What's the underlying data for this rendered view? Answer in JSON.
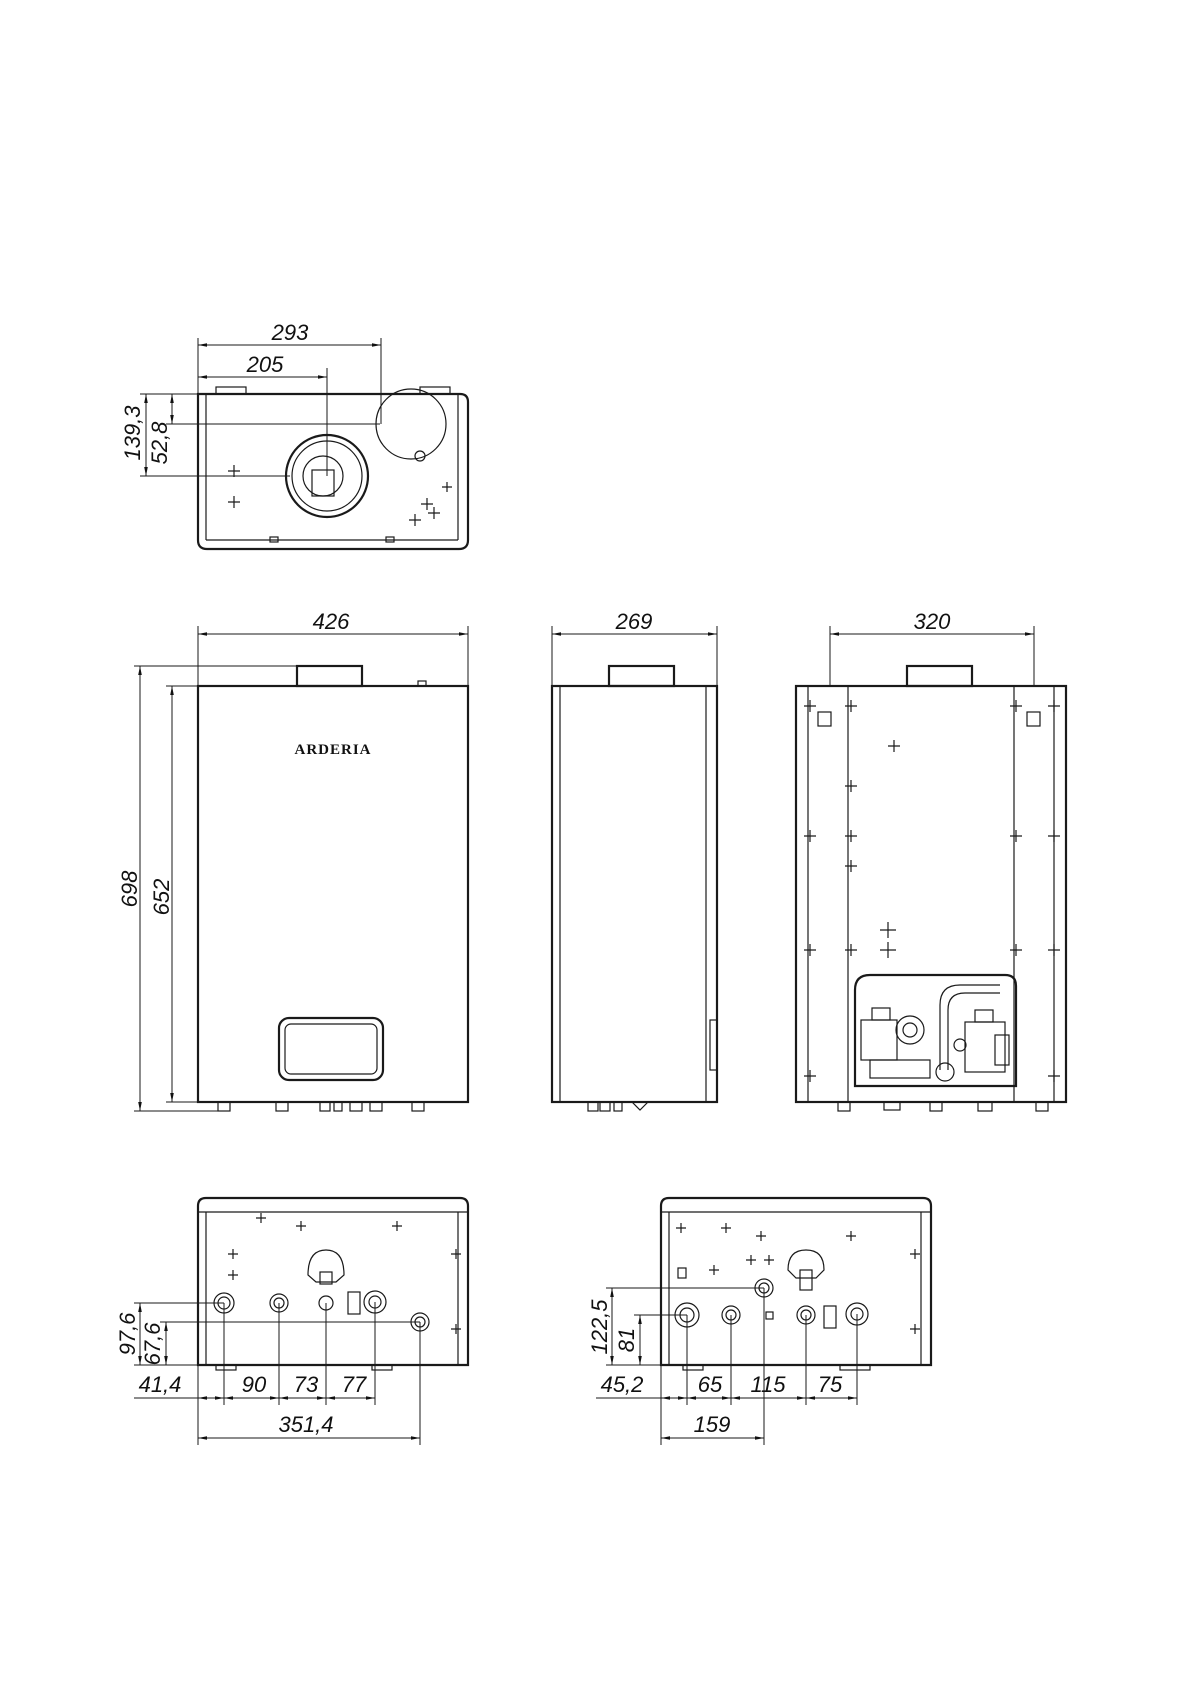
{
  "brand": "ARDERIA",
  "dimensions": {
    "top_293": "293",
    "top_205": "205",
    "top_139": "139,3",
    "top_52": "52,8",
    "front_width": "426",
    "front_height_698": "698",
    "front_height_652": "652",
    "side_depth": "269",
    "back_320": "320",
    "bl_97": "97,6",
    "bl_67": "67,6",
    "bl_41": "41,4",
    "bl_90": "90",
    "bl_73": "73",
    "bl_77": "77",
    "bl_351": "351,4",
    "br_122": "122,5",
    "br_81": "81",
    "br_45": "45,2",
    "br_65": "65",
    "br_115": "115",
    "br_75": "75",
    "br_159": "159"
  }
}
